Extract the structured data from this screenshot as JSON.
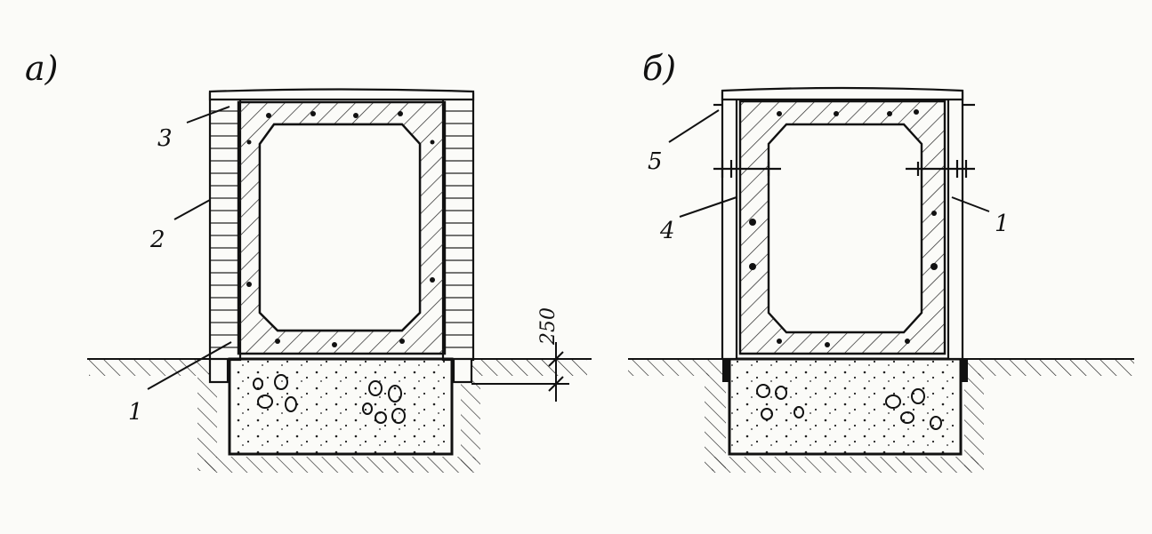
{
  "panels": [
    {
      "id": "a",
      "label": "а)",
      "callouts": [
        "1",
        "2",
        "3"
      ]
    },
    {
      "id": "b",
      "label": "б)",
      "callouts": [
        "1",
        "4",
        "5"
      ]
    }
  ],
  "dimension": "250",
  "colors": {
    "ink": "#111111",
    "paper": "#fbfbf8",
    "hatch": "#222222"
  }
}
